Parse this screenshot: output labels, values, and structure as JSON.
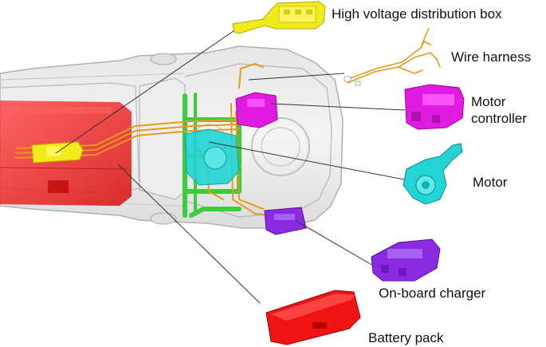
{
  "labels": {
    "hv_distribution_box": "High voltage distribution box",
    "wire_harness": "Wire harness",
    "motor_controller": "Motor controller",
    "motor": "Motor",
    "onboard_charger": "On-board charger",
    "battery_pack": "Battery pack"
  },
  "colors": {
    "hv_distribution_box": "#f2ea1a",
    "wire_harness": "#e69a1c",
    "motor_controller": "#e01ce0",
    "motor": "#22d4d4",
    "onboard_charger": "#8a2be2",
    "battery_pack": "#f01414",
    "frame": "#3ccc3c",
    "vehicle_body": "#c8c8c8"
  }
}
